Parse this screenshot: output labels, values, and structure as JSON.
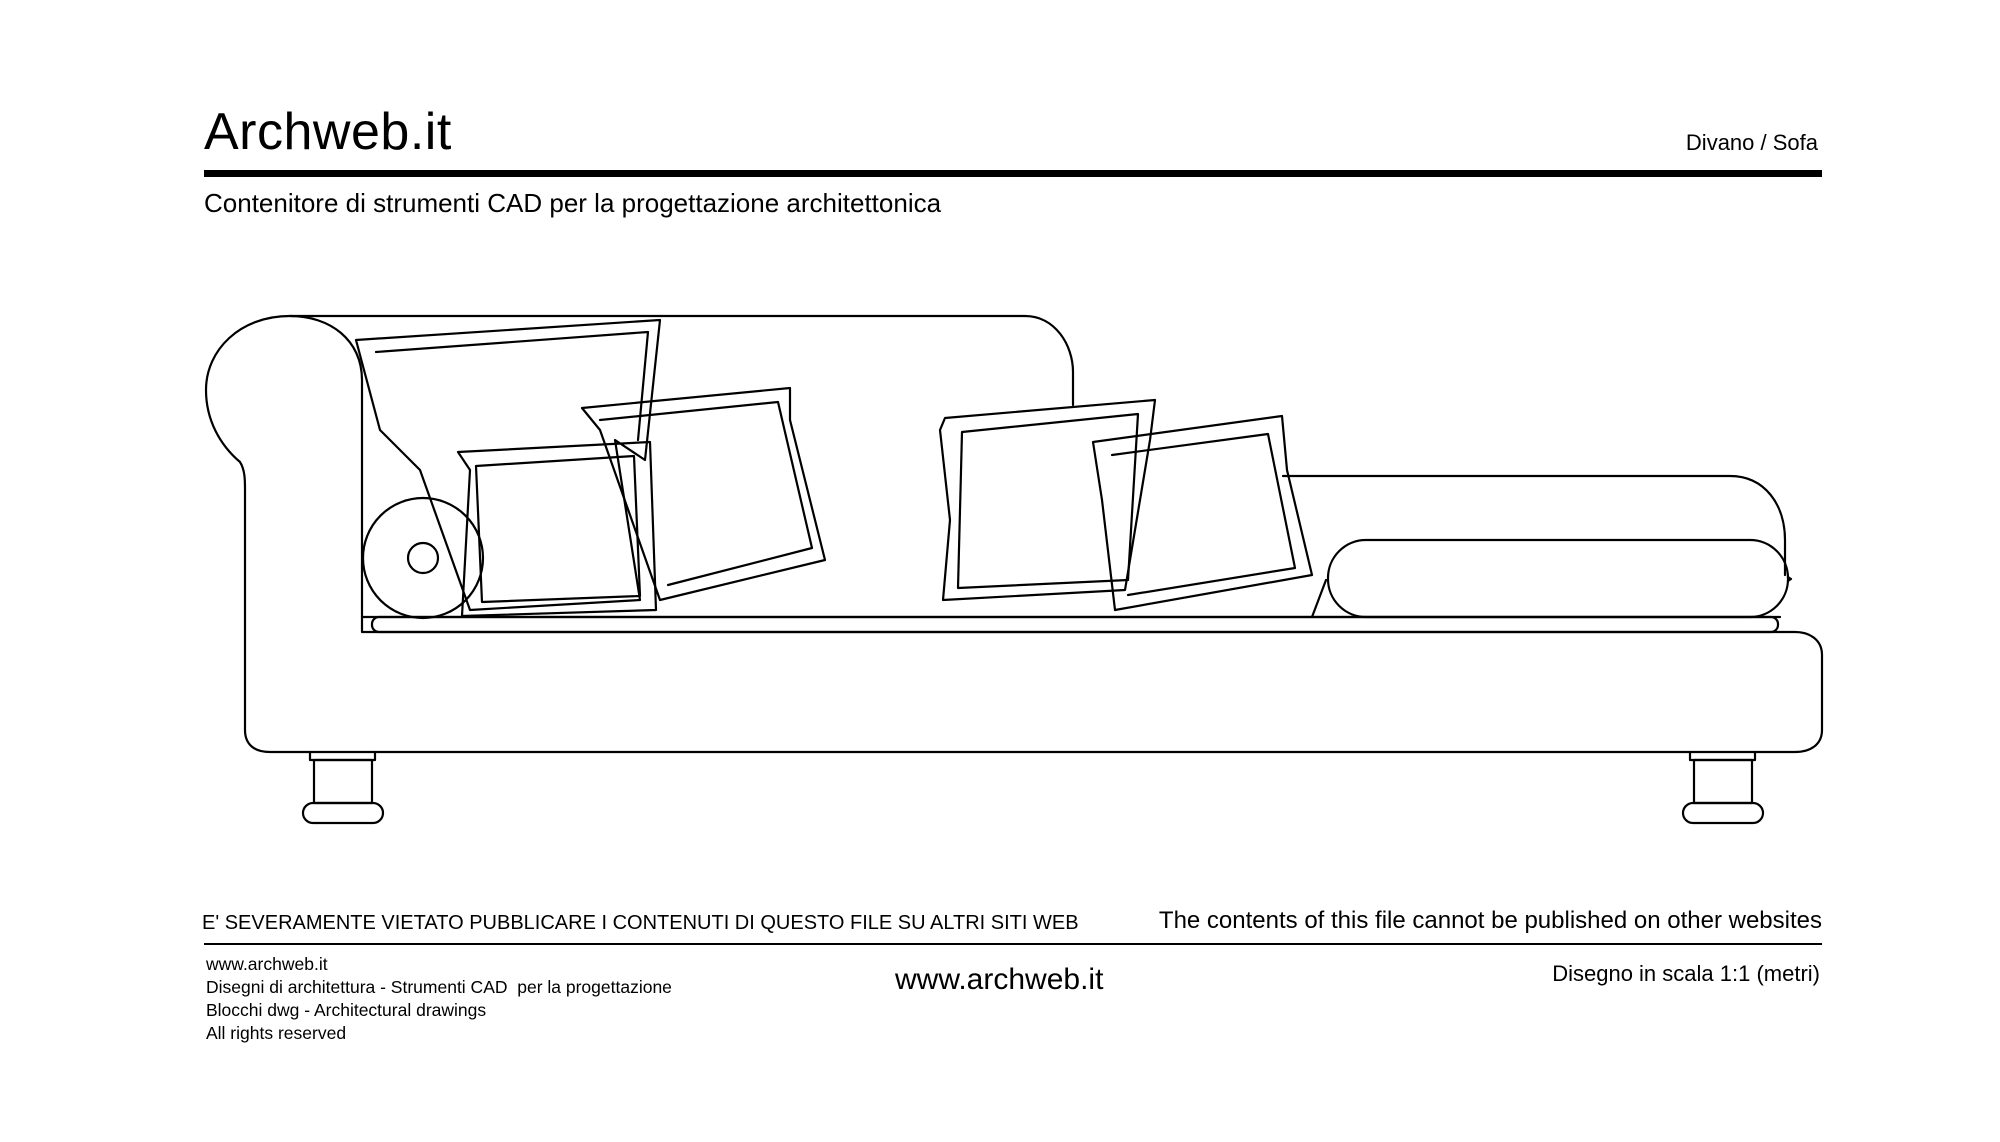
{
  "header": {
    "brand": "Archweb.it",
    "category": "Divano  /  Sofa",
    "tagline": "Contenitore di strumenti CAD per la progettazione architettonica"
  },
  "notice": {
    "italian": "E' SEVERAMENTE VIETATO PUBBLICARE I CONTENUTI DI QUESTO FILE SU ALTRI SITI WEB",
    "english": "The contents of this file cannot be published on other websites"
  },
  "footer": {
    "lines": [
      "www.archweb.it",
      "Disegni di architettura - Strumenti CAD  per la progettazione",
      "Blocchi dwg - Architectural drawings",
      "All rights reserved"
    ],
    "url": "www.archweb.it",
    "scale": "Disegno in scala 1:1 (metri)"
  },
  "colors": {
    "line": "#000000",
    "background": "#ffffff"
  }
}
